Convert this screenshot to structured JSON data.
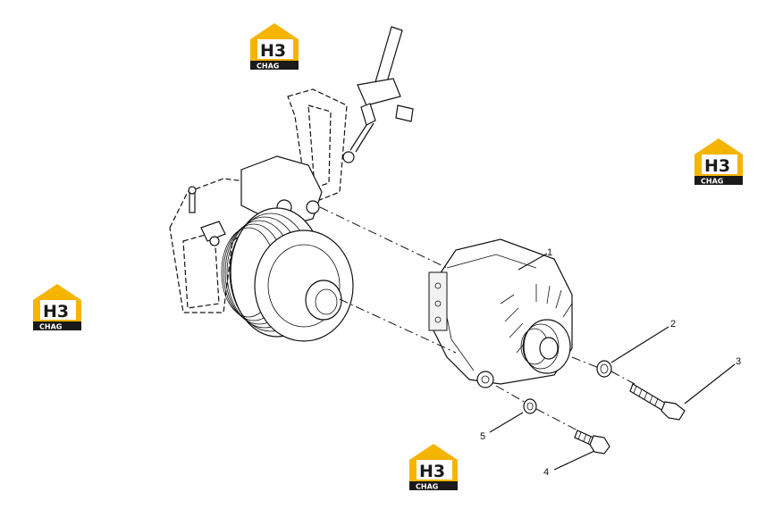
{
  "callouts": [
    {
      "id": "1",
      "label": "1"
    },
    {
      "id": "2",
      "label": "2"
    },
    {
      "id": "3",
      "label": "3"
    },
    {
      "id": "4",
      "label": "4"
    },
    {
      "id": "5",
      "label": "5"
    }
  ],
  "watermark": {
    "top": "H3",
    "bottom": "CHAG"
  },
  "colors": {
    "logo_yellow": "#f5b400",
    "logo_black": "#1a1a1a",
    "line": "#111111"
  }
}
